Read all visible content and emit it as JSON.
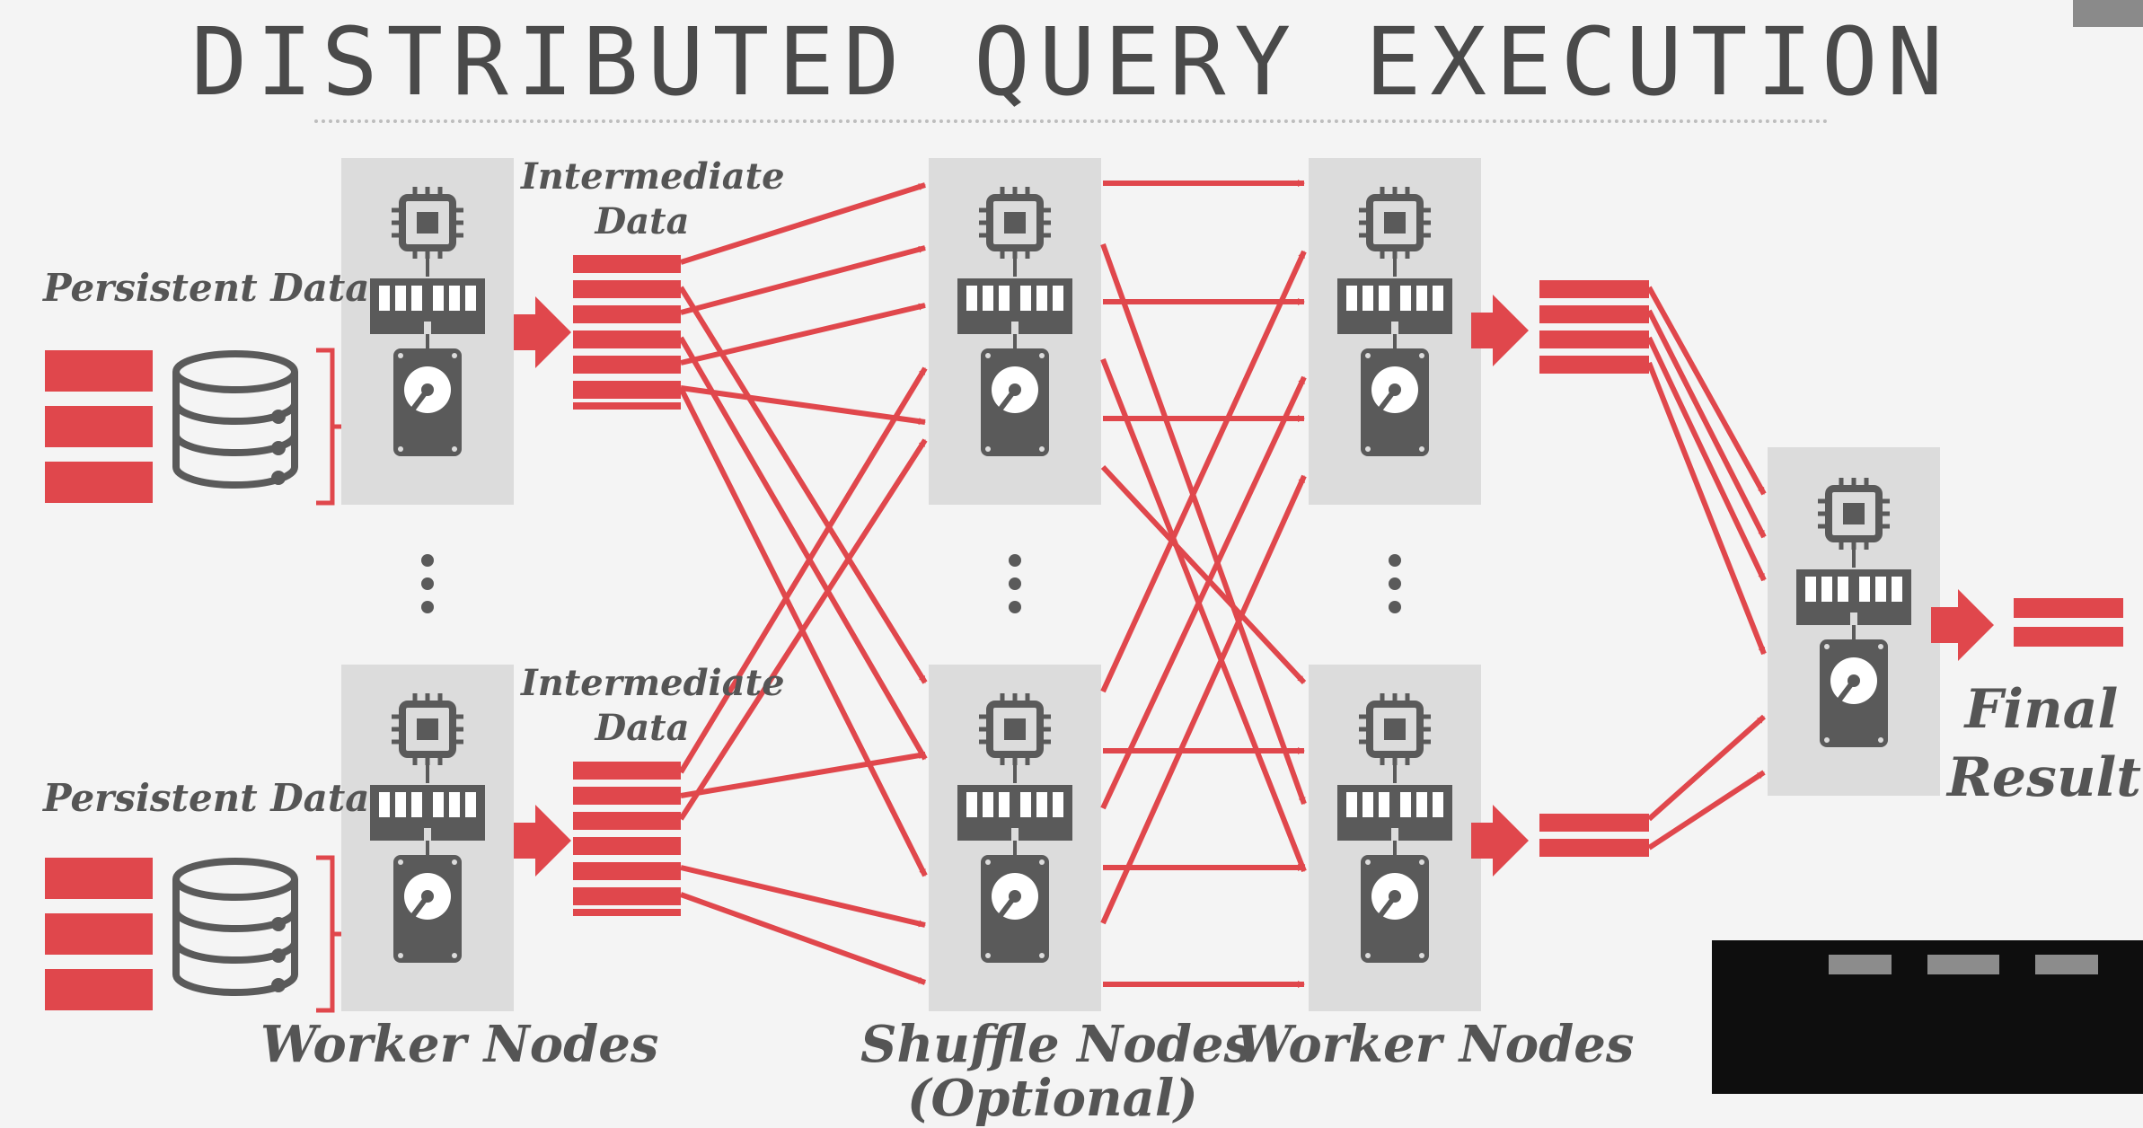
{
  "title": "DISTRIBUTED QUERY EXECUTION",
  "labels": {
    "persistent_data_top": "Persistent Data",
    "persistent_data_bottom": "Persistent Data",
    "intermediate_top": "Intermediate Data",
    "intermediate_bottom": "Intermediate Data",
    "worker_nodes_left": "Worker Nodes",
    "shuffle_nodes": "Shuffle Nodes",
    "shuffle_nodes_sub": "(Optional)",
    "worker_nodes_right": "Worker Nodes",
    "final_result": "Final Result"
  },
  "colors": {
    "accent": "#e0474c",
    "node_panel": "#dcdcdc",
    "icon": "#5a5a5a",
    "text": "#555555",
    "background": "#f4f4f4"
  },
  "icons": [
    "cpu-icon",
    "memory-icon",
    "hard-disk-icon",
    "database-icon",
    "vertical-ellipsis-icon"
  ]
}
